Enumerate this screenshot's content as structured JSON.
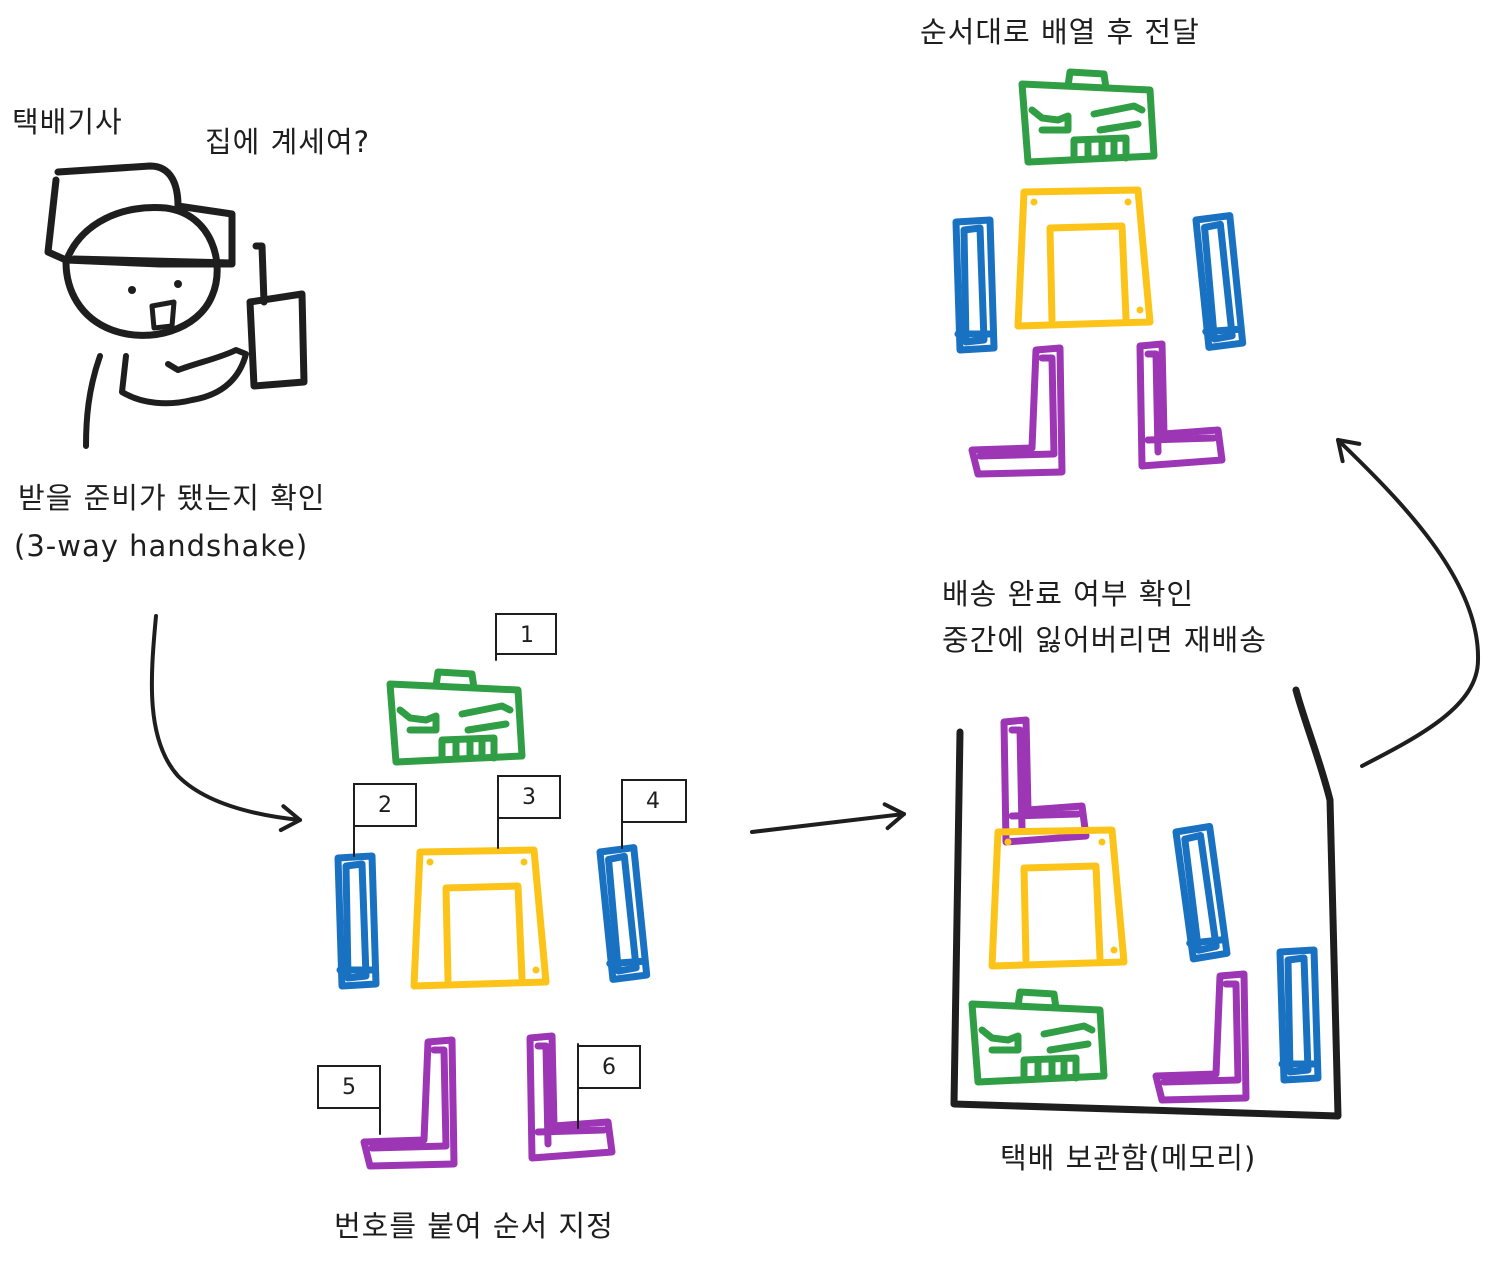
{
  "labels": {
    "courier": "택배기사",
    "question": "집에 계세여?",
    "handshake_line1": "받을 준비가 됐는지 확인",
    "handshake_line2": "(3-way handshake)",
    "numbering": "번호를 붙여 순서 지정",
    "storage": "택배 보관함(메모리)",
    "ack_line1": "배송 완료 여부 확인",
    "ack_line2": "중간에 잃어버리면 재배송",
    "reassemble": "순서대로 배열 후 전달"
  },
  "flags": [
    "1",
    "2",
    "3",
    "4",
    "5",
    "6"
  ],
  "colors": {
    "ink": "#1e1e1e",
    "head": "#2f9e44",
    "body": "#fcc419",
    "arm": "#1971c2",
    "leg": "#9c36b5"
  }
}
